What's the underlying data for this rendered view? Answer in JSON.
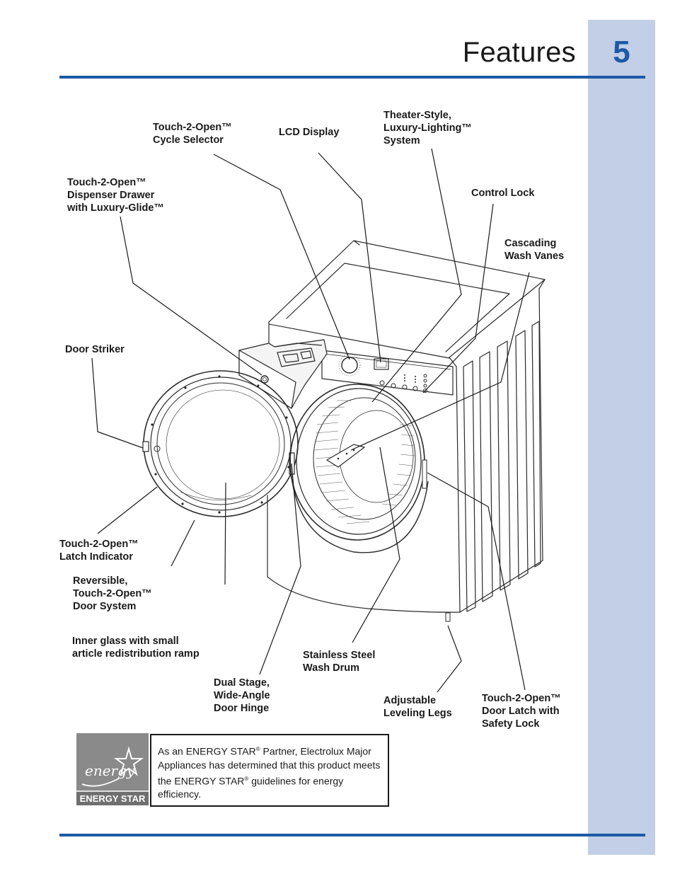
{
  "header": {
    "title": "Features",
    "page_number": "5"
  },
  "callouts": {
    "cycle_selector": "Touch-2-Open™\nCycle Selector",
    "lcd_display": "LCD Display",
    "lighting_system": "Theater-Style,\nLuxury-Lighting™\nSystem",
    "dispenser_drawer": "Touch-2-Open™\nDispenser Drawer\nwith Luxury-Glide™",
    "control_lock": "Control Lock",
    "wash_vanes": "Cascading\nWash Vanes",
    "door_striker": "Door Striker",
    "latch_indicator": "Touch-2-Open™\nLatch Indicator",
    "door_system": "Reversible,\nTouch-2-Open™\nDoor System",
    "inner_glass": "Inner glass with small\narticle redistribution ramp",
    "wash_drum": "Stainless Steel\nWash Drum",
    "door_hinge": "Dual Stage,\nWide-Angle\nDoor Hinge",
    "leveling_legs": "Adjustable\nLeveling Legs",
    "door_latch": "Touch-2-Open™\nDoor Latch with\nSafety Lock"
  },
  "energy_star": {
    "logo_label": "ENERGY STAR",
    "logo_script": "energy",
    "text_1": "As an ENERGY STAR",
    "reg_1": "®",
    "text_2": " Partner, Electrolux Major Appliances has determined that this product meets the ENERGY STAR",
    "reg_2": "®",
    "text_3": " guidelines for energy efficiency."
  },
  "colors": {
    "accent_blue": "#1c5aa6",
    "side_tab": "#c2cfe6",
    "logo_gray": "#8a8a8a"
  }
}
